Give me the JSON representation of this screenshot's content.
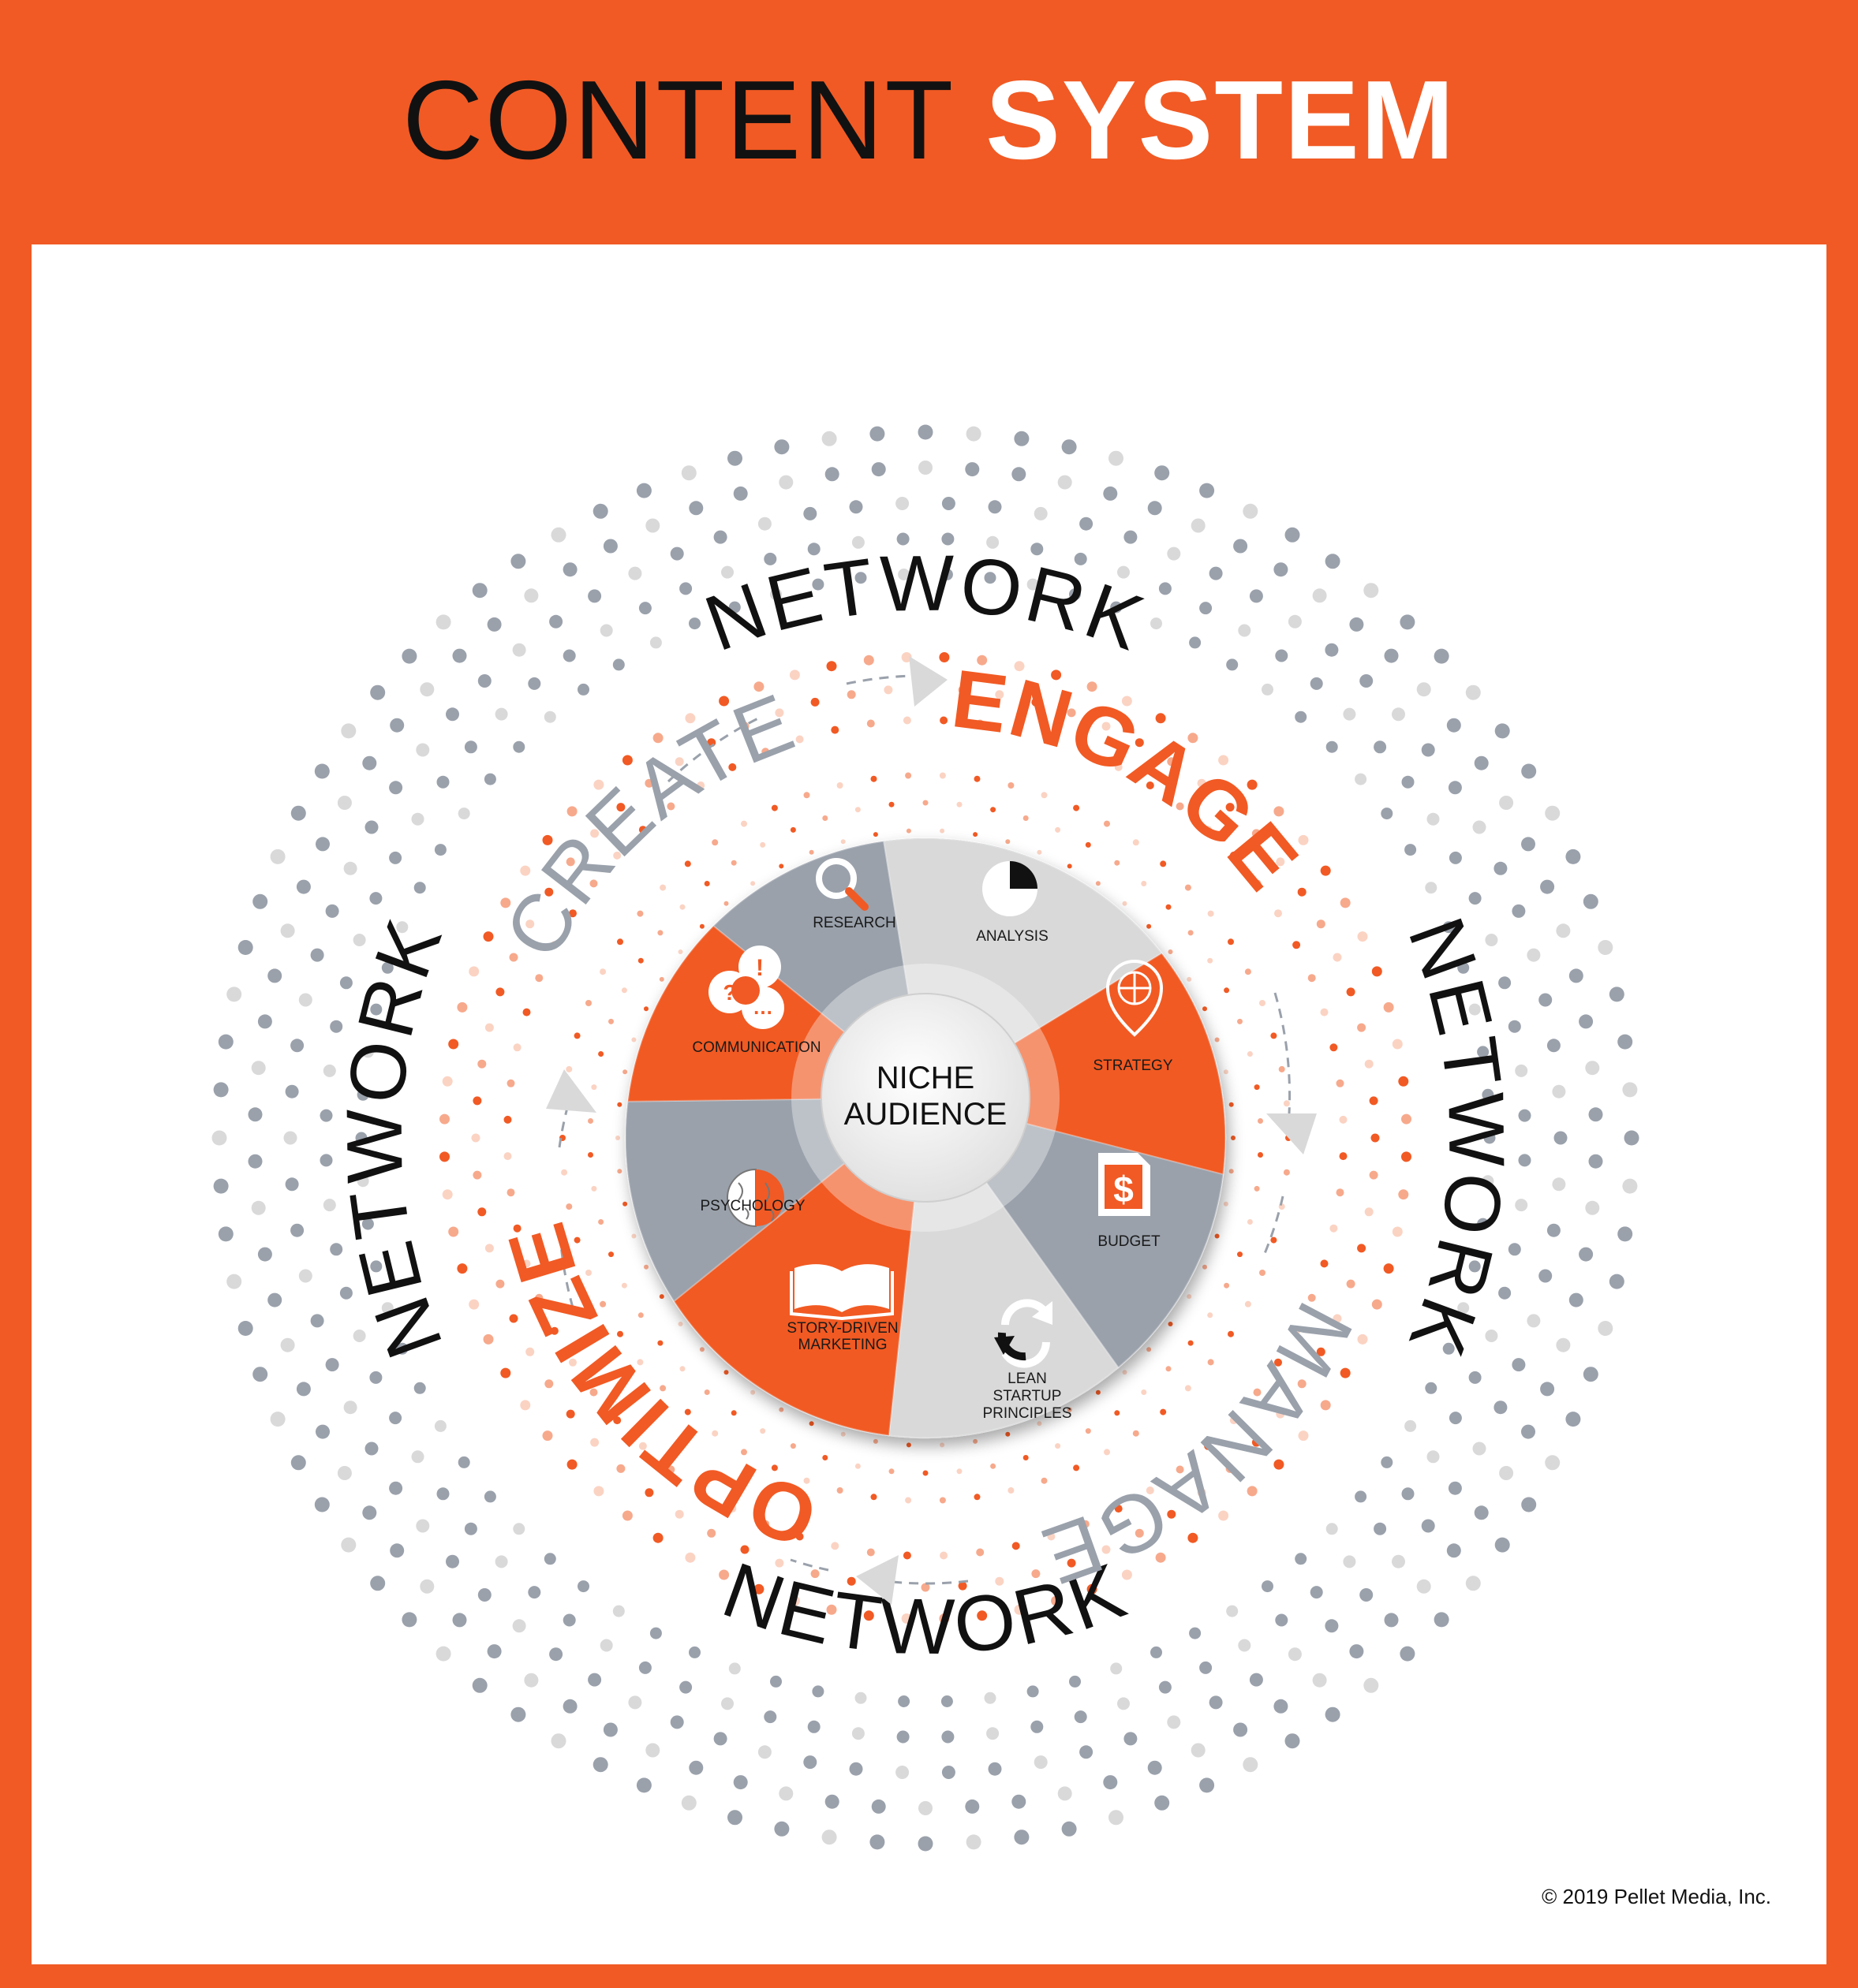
{
  "title": {
    "part1": "CONTENT",
    "part2": "SYSTEM"
  },
  "ring_words": [
    "NETWORK",
    "NETWORK",
    "NETWORK",
    "NETWORK"
  ],
  "cycle": {
    "create": "CREATE",
    "engage": "ENGAGE",
    "manage": "MANAGE",
    "optimize": "OPTIMIZE"
  },
  "center": {
    "line1": "NICHE",
    "line2": "AUDIENCE"
  },
  "segments": [
    {
      "label": "RESEARCH",
      "icon": "magnifier-icon"
    },
    {
      "label": "ANALYSIS",
      "icon": "pie-chart-icon"
    },
    {
      "label": "STRATEGY",
      "icon": "map-pin-icon"
    },
    {
      "label": "BUDGET",
      "icon": "dollar-document-icon"
    },
    {
      "label_lines": [
        "LEAN",
        "STARTUP",
        "PRINCIPLES"
      ],
      "icon": "refresh-arrows-icon"
    },
    {
      "label_lines": [
        "STORY-DRIVEN",
        "MARKETING"
      ],
      "icon": "open-book-icon"
    },
    {
      "label": "PSYCHOLOGY",
      "icon": "brain-icon"
    },
    {
      "label": "COMMUNICATION",
      "icon": "speech-bubbles-icon"
    }
  ],
  "colors": {
    "orange": "#F15A24",
    "gray": "#9AA1AB",
    "light_gray": "#D9D9D9",
    "dark": "#111111",
    "white": "#FFFFFF"
  },
  "copyright": "© 2019 Pellet Media, Inc."
}
